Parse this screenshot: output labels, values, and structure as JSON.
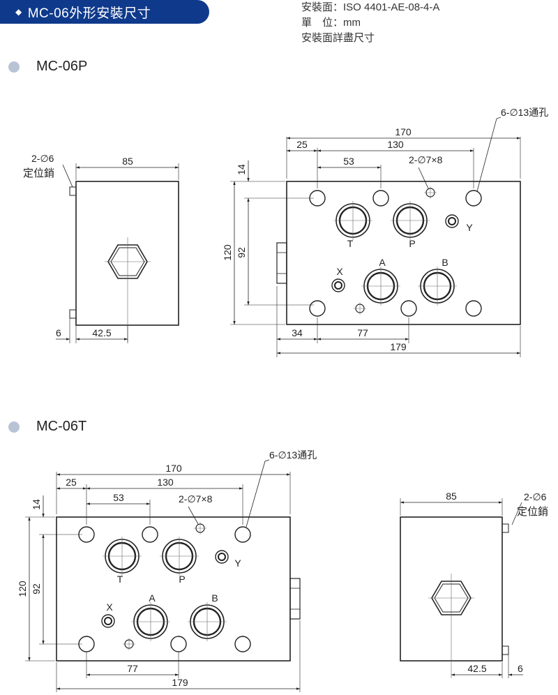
{
  "header": {
    "title": "MC-06外形安裝尺寸",
    "bullet": "◆"
  },
  "spec": {
    "line1": "安裝面：ISO 4401-AE-08-4-A",
    "line2": "單　位：mm",
    "line3": "安裝面詳盡尺寸"
  },
  "sections": {
    "p": {
      "label": "MC-06P"
    },
    "t": {
      "label": "MC-06T"
    }
  },
  "dims": {
    "width_85": "85",
    "pin_line1": "2-∅6",
    "pin_line2": "定位銷",
    "off_6": "6",
    "off_42_5": "42.5",
    "d170": "170",
    "d130": "130",
    "d25": "25",
    "d53": "53",
    "small_holes": "2-∅7×8",
    "through_holes": "6-∅13通孔",
    "h14": "14",
    "h120": "120",
    "h92": "92",
    "d34": "34",
    "d77": "77",
    "d179": "179"
  },
  "ports": {
    "T": "T",
    "P": "P",
    "A": "A",
    "B": "B",
    "X": "X",
    "Y": "Y"
  }
}
